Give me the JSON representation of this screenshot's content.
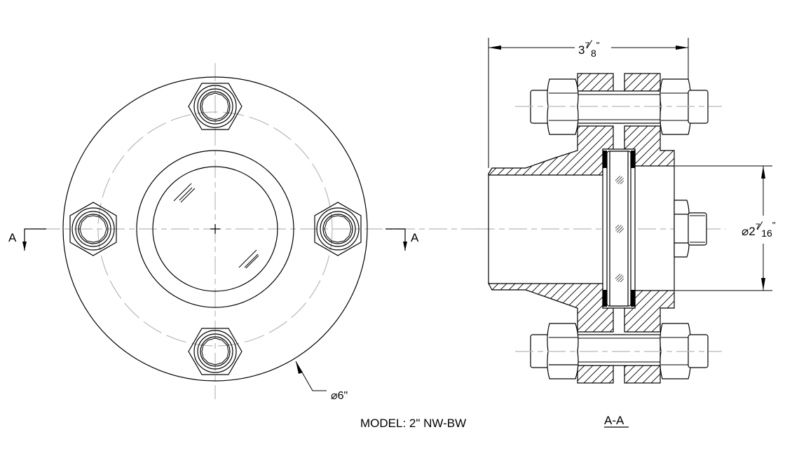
{
  "drawing": {
    "type": "engineering-drawing",
    "subject": "sight glass flange assembly",
    "model_label": "MODEL: 2\" NW-BW",
    "section_title": "A-A",
    "section_marker_left": "A",
    "section_marker_right": "A",
    "colors": {
      "line": "#000000",
      "centerline": "#b8b8b8",
      "background": "#ffffff"
    }
  },
  "dimensions": {
    "outer_diameter": {
      "symbol": "⌀",
      "value": "6\""
    },
    "overall_length": {
      "whole": "3",
      "num": "7",
      "den": "8",
      "unit": "\""
    },
    "bore_diameter": {
      "symbol": "⌀",
      "whole": "2",
      "num": "7",
      "den": "16",
      "unit": "\""
    }
  },
  "views": {
    "front": {
      "bolt_count": 4
    },
    "section": {
      "label": "A-A"
    }
  }
}
